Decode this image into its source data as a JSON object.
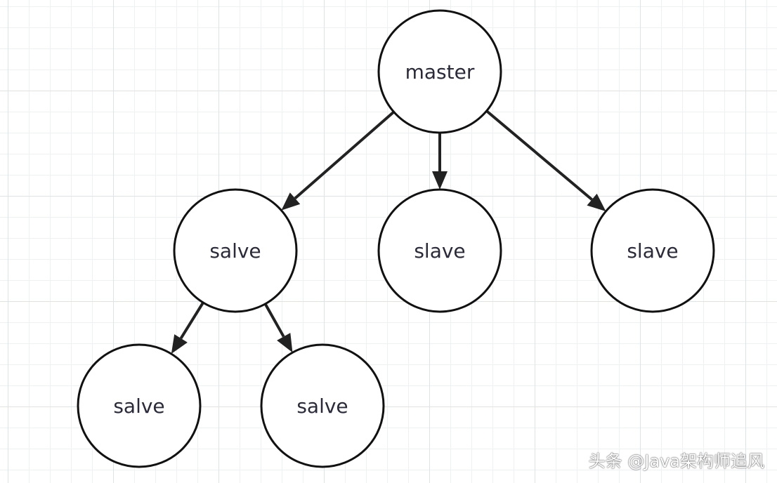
{
  "diagram": {
    "nodes": [
      {
        "id": "master",
        "label": "master"
      },
      {
        "id": "mid-left",
        "label": "salve"
      },
      {
        "id": "mid-center",
        "label": "slave"
      },
      {
        "id": "mid-right",
        "label": "slave"
      },
      {
        "id": "bottom-left",
        "label": "salve"
      },
      {
        "id": "bottom-right",
        "label": "salve"
      }
    ],
    "edges": [
      {
        "from": "master",
        "to": "mid-left"
      },
      {
        "from": "master",
        "to": "mid-center"
      },
      {
        "from": "master",
        "to": "mid-right"
      },
      {
        "from": "mid-left",
        "to": "bottom-left"
      },
      {
        "from": "mid-left",
        "to": "bottom-right"
      }
    ]
  },
  "watermark": {
    "text": "头条 @Java架构师追风"
  },
  "colors": {
    "stroke": "#111111",
    "text": "#2a2a3a",
    "grid": "#dde3ea"
  }
}
